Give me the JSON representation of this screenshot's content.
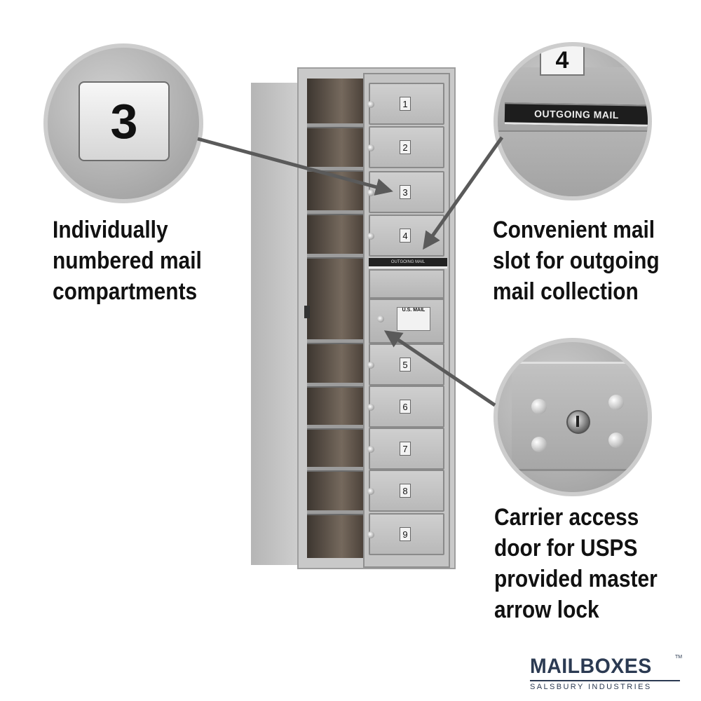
{
  "callouts": {
    "compartments": {
      "lines": [
        "Individually",
        "numbered mail",
        "compartments"
      ]
    },
    "outgoing": {
      "lines": [
        "Convenient mail",
        "slot for outgoing",
        "mail collection"
      ]
    },
    "carrier": {
      "lines": [
        "Carrier access",
        "door for USPS",
        "provided master",
        "arrow lock"
      ]
    }
  },
  "zoom_details": {
    "compartment_number": "3",
    "outgoing_box_number": "4",
    "outgoing_label": "OUTGOING MAIL"
  },
  "mailbox": {
    "compartment_numbers_upper": [
      "1",
      "2",
      "3",
      "4"
    ],
    "outgoing_slot_label": "OUTGOING MAIL",
    "carrier_label": "U.S. MAIL",
    "compartment_numbers_lower": [
      "5",
      "6",
      "7",
      "8",
      "9"
    ]
  },
  "logo": {
    "name": "MAILBOXES",
    "tm": "TM",
    "company": "SALSBURY INDUSTRIES"
  },
  "colors": {
    "text": "#111111",
    "logo": "#2b3a52",
    "arrow": "#5a5a5a",
    "aluminum": "#c4c4c4"
  }
}
